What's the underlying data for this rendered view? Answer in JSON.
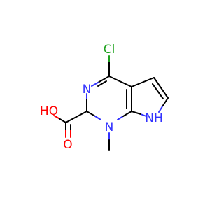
{
  "molecule": {
    "atoms": {
      "cl": "Cl",
      "n3": "N",
      "n1": "N",
      "nh": "NH",
      "o_hydroxyl": "HO",
      "o_carbonyl": "O"
    },
    "colors": {
      "bond": "#000000",
      "nitrogen": "#3333ff",
      "oxygen": "#ff0000",
      "chlorine": "#1fa21f",
      "background": "#ffffff"
    }
  }
}
